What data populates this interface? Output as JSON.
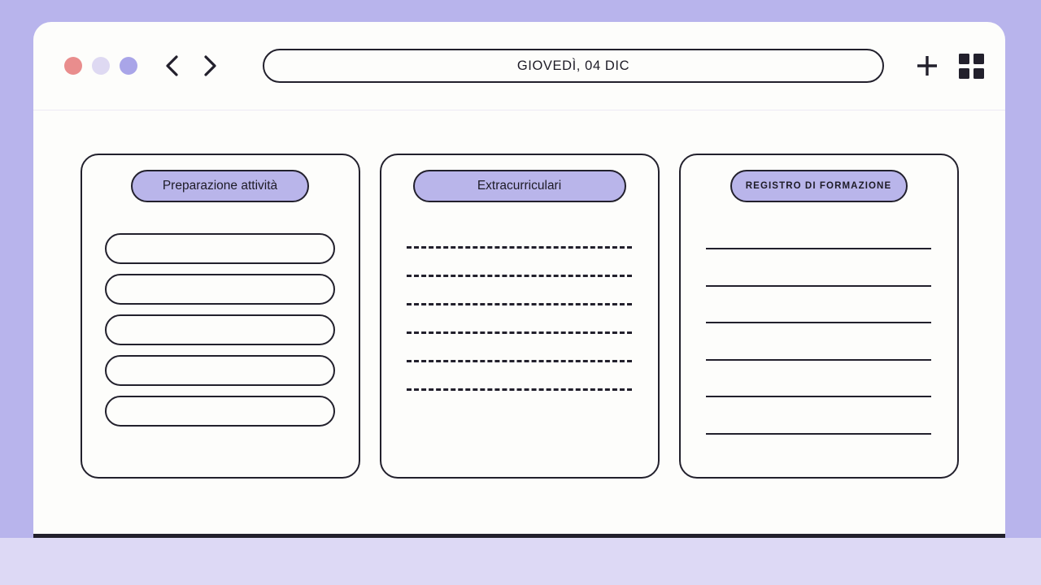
{
  "window": {
    "titlebar": {
      "traffic_lights": [
        {
          "name": "close",
          "color": "#e98d8d"
        },
        {
          "name": "minimize",
          "color": "#ded9f2"
        },
        {
          "name": "maximize",
          "color": "#a9a5e8"
        }
      ],
      "nav": {
        "back_icon": "chevron-left-icon",
        "forward_icon": "chevron-right-icon"
      },
      "date_label": "GIOVEDÌ, 04 DIC",
      "actions": {
        "add_icon": "plus-icon",
        "grid_icon": "grid-view-icon"
      }
    }
  },
  "cards": [
    {
      "title": "Preparazione attività",
      "style": "rounded-rows",
      "rows": [
        "",
        "",
        "",
        "",
        ""
      ]
    },
    {
      "title": "Extracurriculari",
      "style": "dashed-lines",
      "rows": [
        "",
        "",
        "",
        "",
        "",
        ""
      ]
    },
    {
      "title": "REGISTRO DI FORMAZIONE",
      "style": "solid-lines",
      "rows": [
        "",
        "",
        "",
        "",
        "",
        ""
      ]
    }
  ],
  "theme": {
    "page_background": "#b8b4ec",
    "page_lower_band": "#ddd9f5",
    "window_background": "#fdfdfb",
    "ink": "#22202c",
    "accent_pill": "#b9b5ea"
  }
}
